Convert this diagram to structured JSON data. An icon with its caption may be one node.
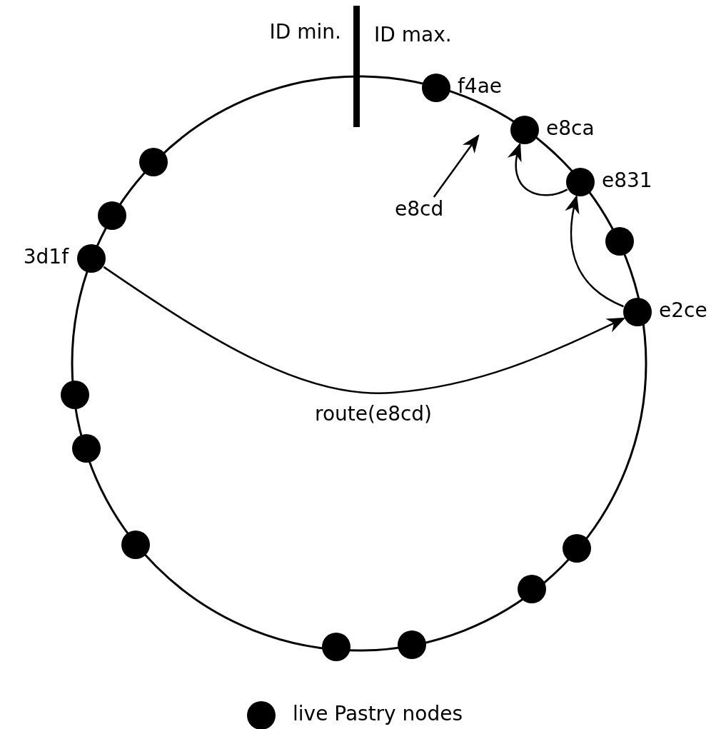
{
  "diagram": {
    "nodes": [
      {
        "text": [],
        "shape": "circle",
        "beside": [
          "f4ae"
        ]
      },
      {
        "text": [],
        "shape": "circle",
        "beside": [
          "e8ca"
        ]
      },
      {
        "text": [],
        "shape": "circle",
        "beside": [
          "e831"
        ]
      },
      {
        "text": [],
        "shape": "circle"
      },
      {
        "text": [],
        "shape": "circle",
        "beside": [
          "e2ce"
        ]
      },
      {
        "text": [],
        "shape": "circle"
      },
      {
        "text": [],
        "shape": "circle"
      },
      {
        "text": [],
        "shape": "circle"
      },
      {
        "text": [],
        "shape": "circle"
      },
      {
        "text": [],
        "shape": "circle"
      },
      {
        "text": [],
        "shape": "circle"
      },
      {
        "text": [],
        "shape": "circle"
      },
      {
        "text": [],
        "shape": "circle",
        "beside": [
          "3d1f"
        ]
      },
      {
        "text": [],
        "shape": "circle"
      },
      {
        "text": [],
        "shape": "circle"
      },
      {
        "text": [
          "e8cd"
        ]
      }
    ],
    "edges": [
      {
        "from": 12,
        "to": 4,
        "arrow": "to",
        "label": "route(e8cd)"
      },
      {
        "from": 4,
        "to": 2,
        "arrow": "to"
      },
      {
        "from": 2,
        "to": 1,
        "arrow": "to"
      },
      {
        "from": 15,
        "to": null,
        "arrow": "to"
      }
    ],
    "labels": [
      "ID min.",
      "ID max."
    ],
    "legend": [
      {
        "text": "live Pastry nodes"
      }
    ]
  }
}
